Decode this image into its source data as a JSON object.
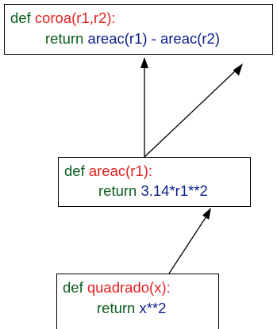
{
  "colors": {
    "keyword": "#0a5e1c",
    "function_name": "#e51e1e",
    "code": "#0b1f8a",
    "border": "#000000",
    "arrow": "#000000"
  },
  "boxes": {
    "coroa": {
      "def_keyword": "def",
      "signature": "coroa(r1,r2):",
      "return_keyword": "return",
      "expression": "areac(r1) - areac(r2)"
    },
    "areac": {
      "def_keyword": "def",
      "signature": "areac(r1):",
      "return_keyword": "return",
      "expression": "3.14*r1**2"
    },
    "quadrado": {
      "def_keyword": "def",
      "signature": "quadrado(x):",
      "return_keyword": "return",
      "expression": "x**2"
    }
  }
}
